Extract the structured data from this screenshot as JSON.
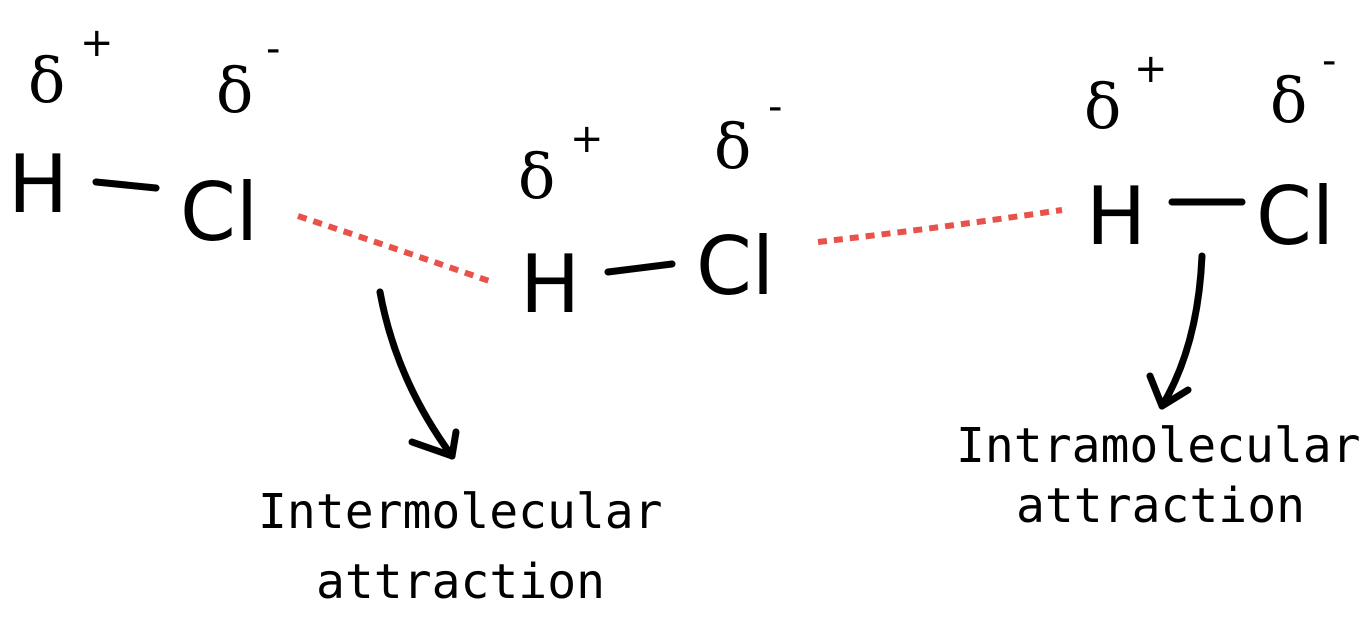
{
  "molecules": [
    {
      "atom1": "H",
      "atom2": "Cl",
      "charge1_symbol": "δ",
      "charge1_sign": "+",
      "charge2_symbol": "δ",
      "charge2_sign": "-"
    },
    {
      "atom1": "H",
      "atom2": "Cl",
      "charge1_symbol": "δ",
      "charge1_sign": "+",
      "charge2_symbol": "δ",
      "charge2_sign": "-"
    },
    {
      "atom1": "H",
      "atom2": "Cl",
      "charge1_symbol": "δ",
      "charge1_sign": "+",
      "charge2_symbol": "δ",
      "charge2_sign": "-"
    }
  ],
  "labels": {
    "inter_line1": "Intermolecular",
    "inter_line2": "attraction",
    "intra_line1": "Intramolecular",
    "intra_line2": "attraction"
  },
  "colors": {
    "attraction_line": "#e8524a",
    "ink": "#000000"
  }
}
